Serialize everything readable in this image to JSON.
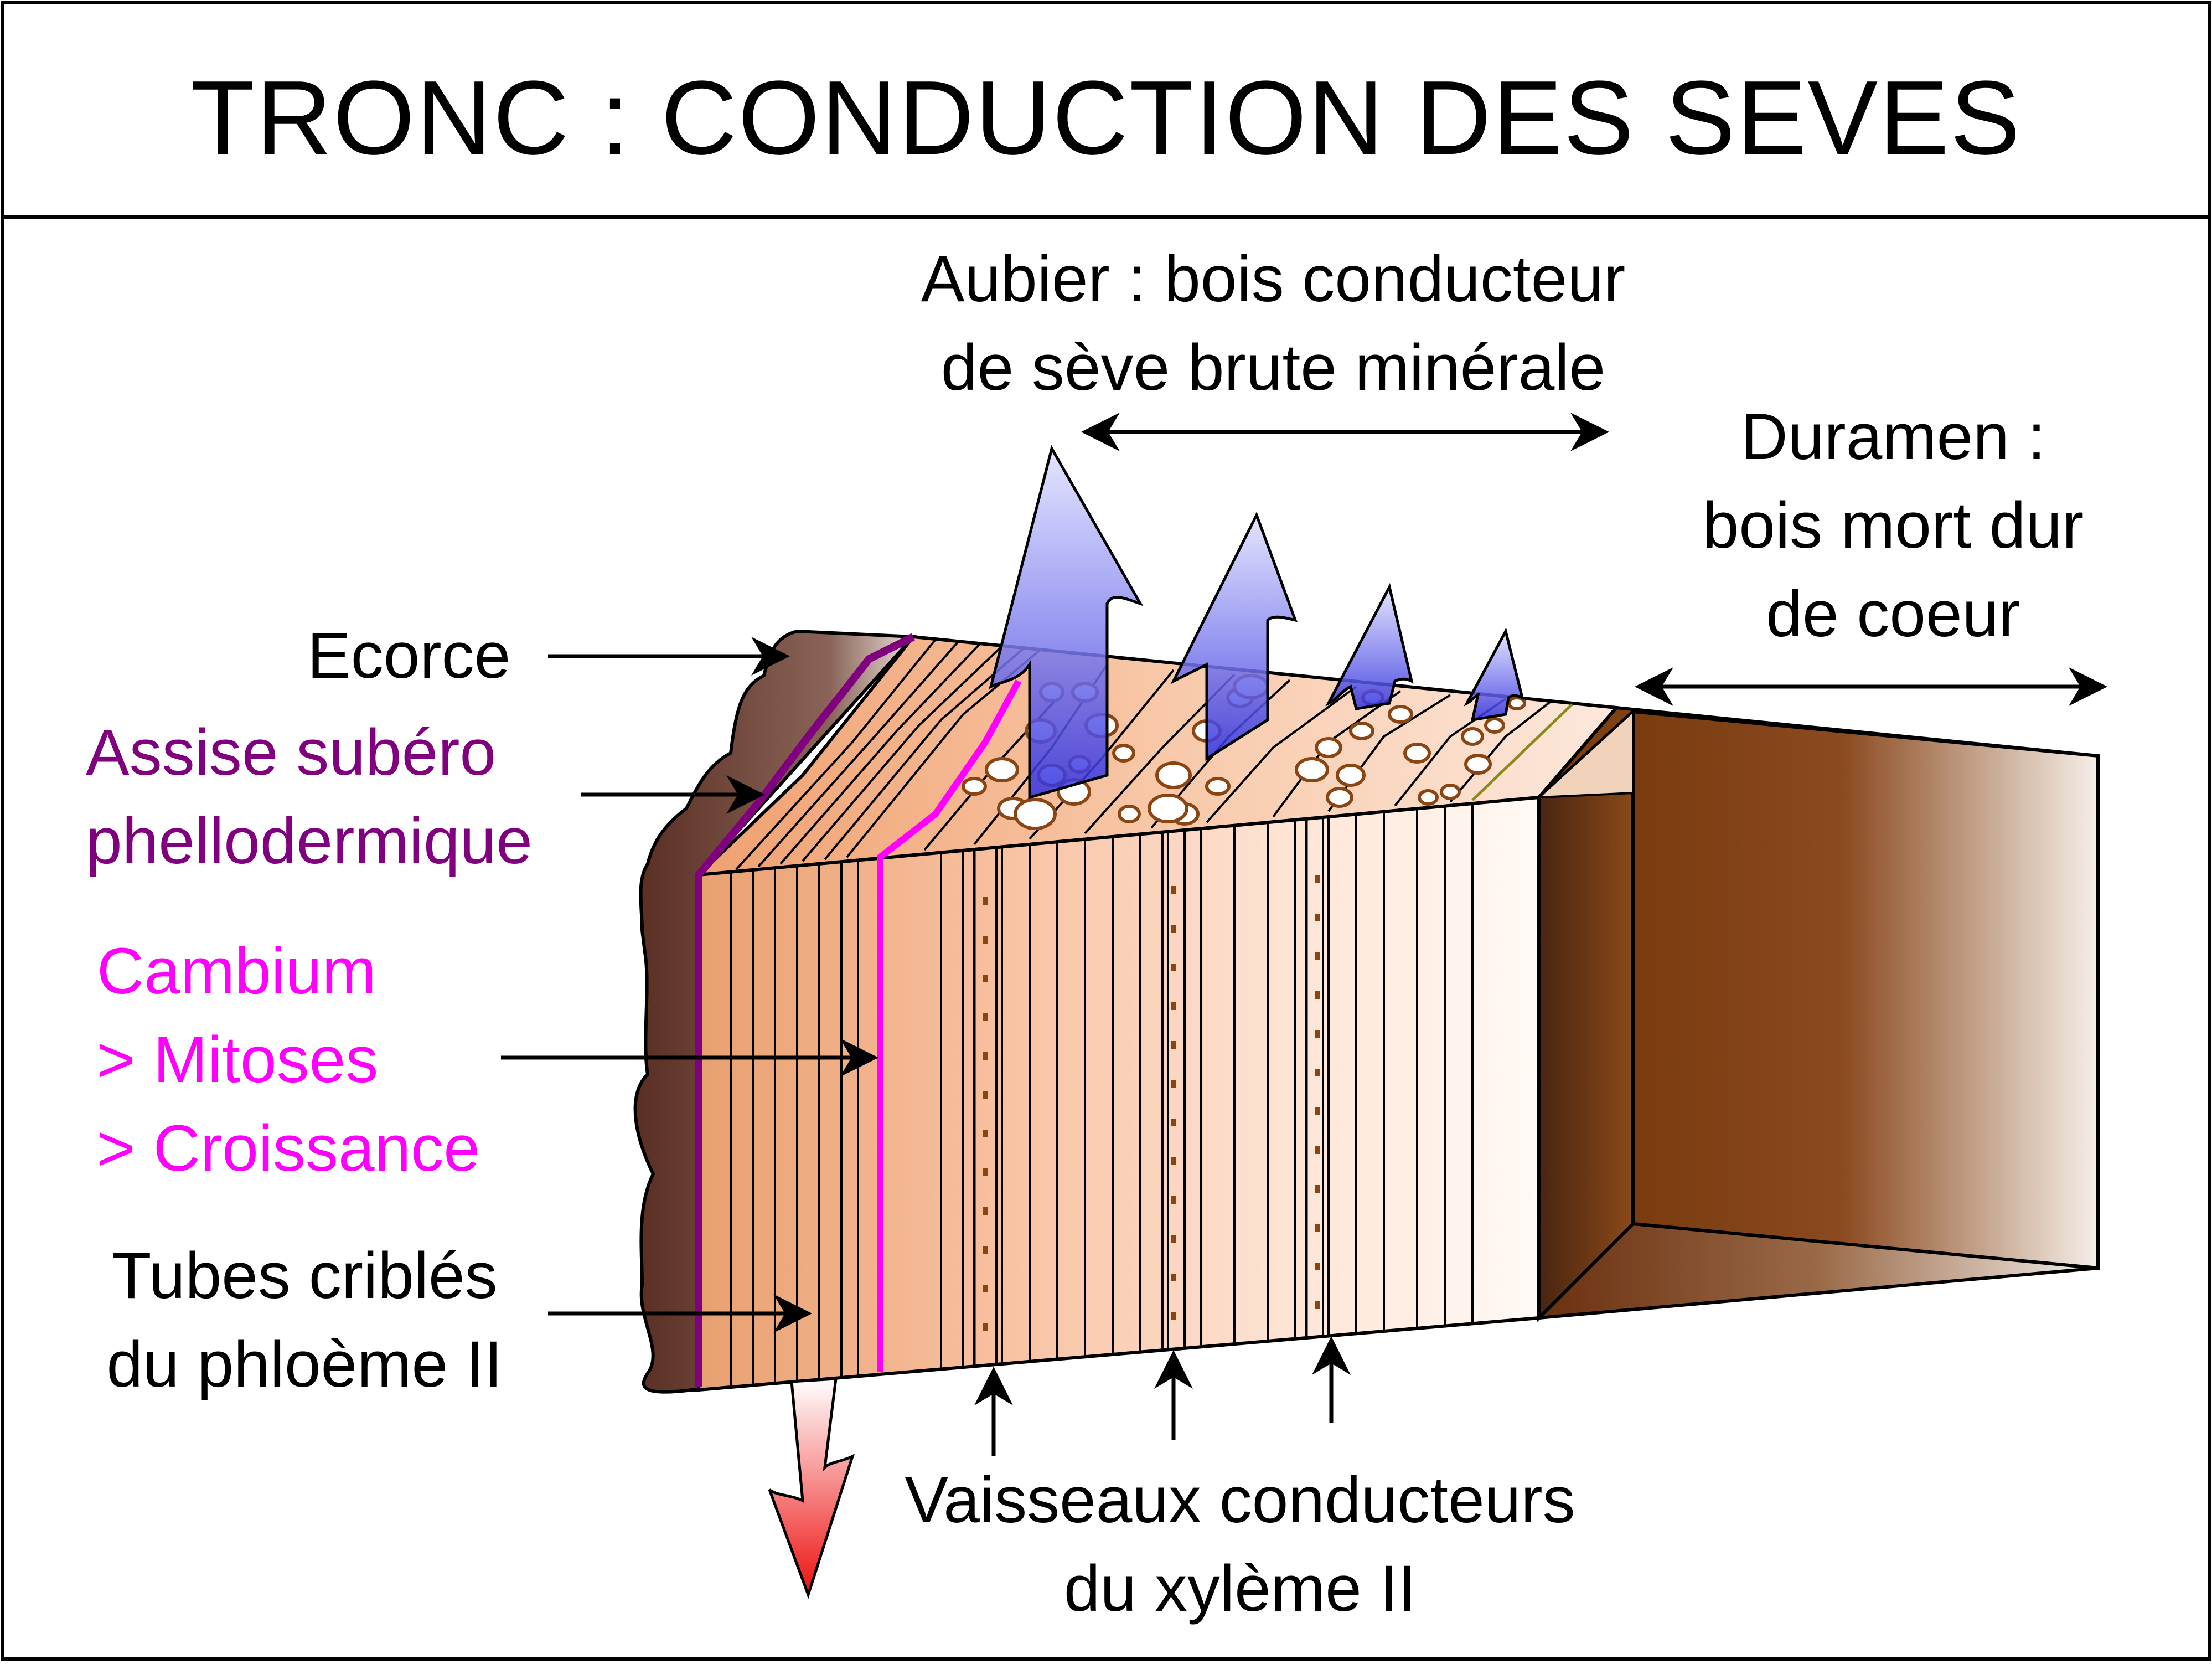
{
  "title": "TRONC : CONDUCTION DES SEVES",
  "labels": {
    "aubier_line1": "Aubier : bois conducteur",
    "aubier_line2": "de sève brute minérale",
    "duramen_line1": "Duramen :",
    "duramen_line2": "bois mort dur",
    "duramen_line3": "de coeur",
    "ecorce": "Ecorce",
    "assise_line1": "Assise subéro",
    "assise_line2": "phellodermique",
    "cambium_line1": "Cambium",
    "cambium_line2": "> Mitoses",
    "cambium_line3": "> Croissance",
    "tubes_line1": "Tubes criblés",
    "tubes_line2": "du phloème II",
    "vaisseaux_line1": "Vaisseaux conducteurs",
    "vaisseaux_line2": "du xylème II"
  },
  "colors": {
    "assise": "#800080",
    "cambium": "#ff00ff",
    "sap_up": "#4444ee",
    "sap_down": "#ee2222",
    "bark": "#6b3e2e",
    "duramen": "#7a3b0f"
  }
}
